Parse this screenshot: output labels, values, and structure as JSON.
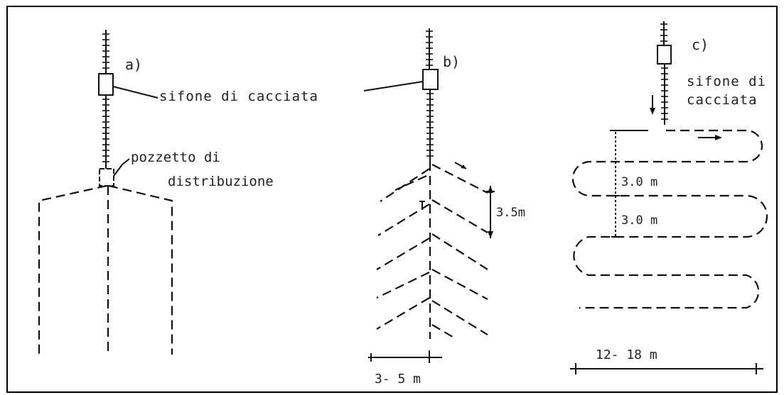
{
  "panels": {
    "a": {
      "label": "a)",
      "siphon_label": "sifone di cacciata",
      "well_label_1": "pozzetto di",
      "well_label_2": "distribuzione"
    },
    "b": {
      "label": "b)",
      "spacing_label": "3.5m",
      "width_label": "3- 5 m"
    },
    "c": {
      "label": "c)",
      "siphon_label_1": "sifone di",
      "siphon_label_2": "cacciata",
      "spacing_label_1": "3.0 m",
      "spacing_label_2": "3.0 m",
      "width_label": "12- 18 m"
    }
  }
}
